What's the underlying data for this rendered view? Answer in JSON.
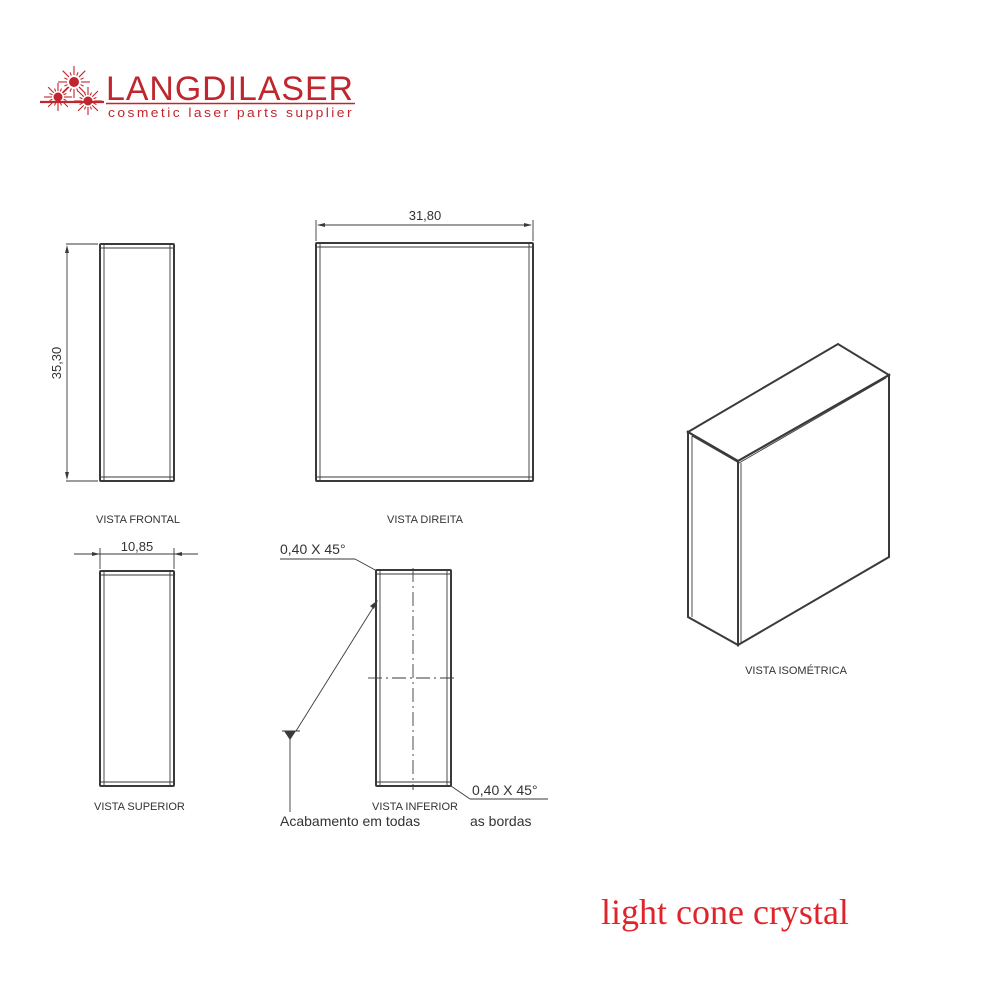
{
  "brand": {
    "name": "LANGDILASER",
    "tagline": "cosmetic laser parts supplier",
    "color": "#c0262d"
  },
  "views": {
    "front": "VISTA FRONTAL",
    "right": "VISTA DIREITA",
    "top": "VISTA SUPERIOR",
    "bottom": "VISTA INFERIOR",
    "isometric": "VISTA ISOMÉTRICA"
  },
  "dimensions": {
    "height": "35,30",
    "width": "31,80",
    "thickness": "10,85",
    "chamfer_top": "0,40 X 45°",
    "chamfer_bottom": "0,40 X 45°"
  },
  "notes": {
    "finish_part1": "Acabamento em todas",
    "finish_part2": "as bordas"
  },
  "caption": {
    "text": "light cone crystal",
    "color": "#e0242b"
  },
  "colors": {
    "line": "#3a3a3a",
    "text": "#333333"
  }
}
